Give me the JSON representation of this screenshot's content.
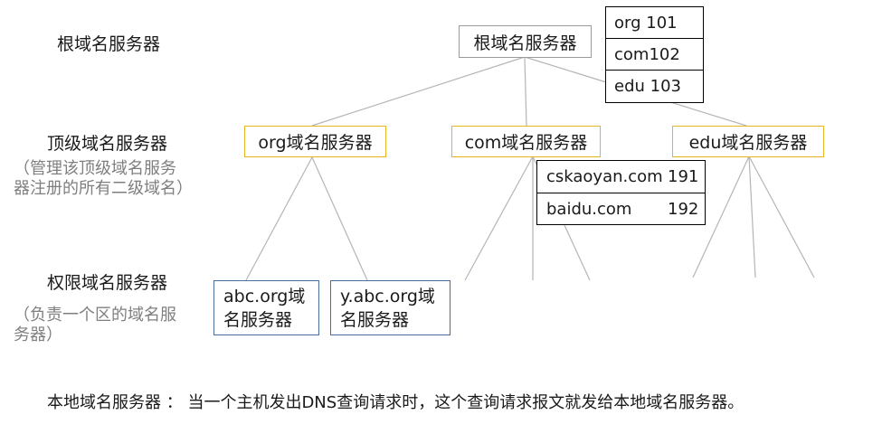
{
  "labels": {
    "root": "根域名服务器",
    "tld": "顶级域名服务器",
    "tld_note": [
      "（管理该顶级域名服务",
      "器注册的所有二级域名）"
    ],
    "auth": "权限域名服务器",
    "auth_note": [
      "（负责一个区的域名服",
      "务器）"
    ],
    "bottom": "本地域名服务器 ： 当一个主机发出DNS查询请求时，这个查询请求报文就发给本地域名服务器。"
  },
  "nodes": {
    "root": "根域名服务器",
    "org": "org域名服务器",
    "com": "com域名服务器",
    "edu": "edu域名服务器",
    "abc_lines": [
      "abc.org域",
      "名服务器"
    ],
    "yabc_lines": [
      "y.abc.org域",
      "名服务器"
    ]
  },
  "root_table": [
    "org 101",
    "com102",
    "edu 103"
  ],
  "com_table": [
    {
      "name": "cskaoyan.com",
      "ip": "191"
    },
    {
      "name": "baidu.com",
      "ip": "192"
    }
  ],
  "colors": {
    "line": "#b5b5b5",
    "root_border": "#9a9a9a",
    "tld_border": "#e6b422",
    "auth_border": "#4a6e9c",
    "table_border": "#000000",
    "note_text": "#7f7f7f"
  }
}
